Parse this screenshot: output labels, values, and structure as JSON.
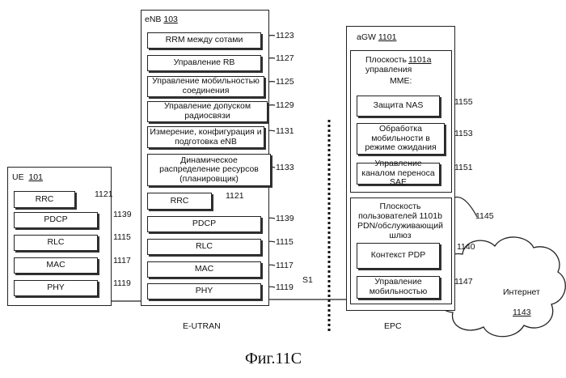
{
  "ue": {
    "title": "UE",
    "num": "101",
    "blocks": [
      "RRC",
      "PDCP",
      "RLC",
      "MAC",
      "PHY"
    ],
    "refs": [
      "1121",
      "1139",
      "1115",
      "1117",
      "1119"
    ]
  },
  "enb": {
    "title": "eNB",
    "num": "103",
    "blocks": [
      "RRM между сотами",
      "Управление RB",
      "Управление мобильностью соединения",
      "Управление допуском радиосвязи",
      "Измерение, конфигурация и подготовка eNB",
      "Динамическое распределение ресурсов (планировщик)",
      "RRC",
      "PDCP",
      "RLC",
      "MAC",
      "PHY"
    ],
    "refs": [
      "1123",
      "1127",
      "1125",
      "1129",
      "1131",
      "1133",
      "1121",
      "1139",
      "1115",
      "1117",
      "1119"
    ]
  },
  "agw": {
    "title": "aGW",
    "num": "1101",
    "cp_title": "Плоскость управления",
    "cp_num": "1101a",
    "cp_sub": "MME:",
    "cp_blocks": [
      "Защита NAS",
      "Обработка мобильности в режиме ожидания",
      "Управление каналом переноса SAE"
    ],
    "cp_refs": [
      "1155",
      "1153",
      "1151"
    ],
    "up_title": "Плоскость пользователей 1101b PDN/обслуживающий шлюз",
    "up_blocks": [
      "Контекст PDP",
      "Управление мобильностью"
    ],
    "up_refs": [
      "1140",
      "1147"
    ],
    "group_ref": "1145"
  },
  "labels": {
    "s1": "S1",
    "eutran": "E-UTRAN",
    "epc": "EPC",
    "internet": "Интернет",
    "internet_num": "1143"
  },
  "caption": "Фиг.11С"
}
